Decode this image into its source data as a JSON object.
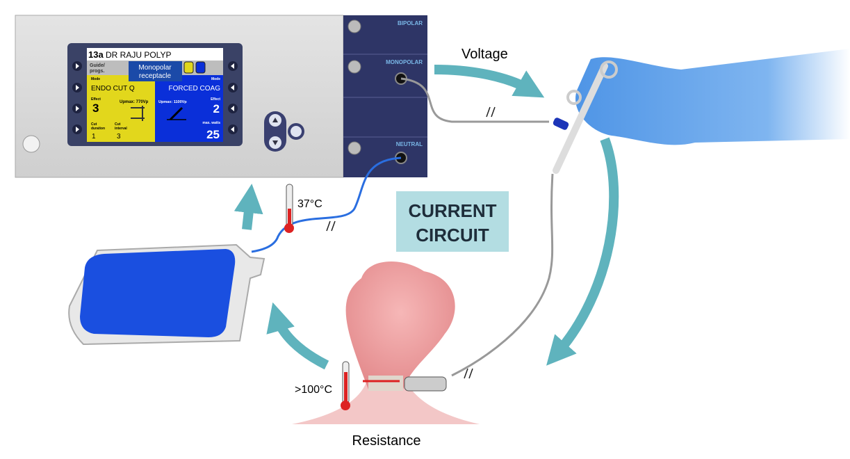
{
  "device": {
    "program": "13a",
    "program_name": "DR RAJU POLYP",
    "guide_label_1": "Guide/",
    "guide_label_2": "progs.",
    "tooltip_1": "Monopolar",
    "tooltip_2": "receptacle",
    "cut": {
      "mode_label": "Mode",
      "mode": "ENDO CUT Q",
      "effect_label": "Effect",
      "effect": "3",
      "upmax": "Upmax: 770Vp",
      "duration_label_1": "Cut",
      "duration_label_2": "duration",
      "duration": "1",
      "interval_label_1": "Cut",
      "interval_label_2": "interval",
      "interval": "3"
    },
    "coag": {
      "mode_label": "Mode",
      "mode": "FORCED COAG",
      "effect_label": "Effect",
      "effect": "2",
      "upmax": "Upmax: 1100Vp",
      "watts_label": "max. watts",
      "watts": "25"
    },
    "ports": {
      "bipolar": "BIPOLAR",
      "monopolar": "MONOPOLAR",
      "neutral": "NEUTRAL"
    }
  },
  "labels": {
    "voltage": "Voltage",
    "circuit_1": "CURRENT",
    "circuit_2": "CIRCUIT",
    "pad_temp": "37°C",
    "tissue_temp": ">100°C",
    "resistance": "Resistance"
  },
  "colors": {
    "arrow": "#5fb3bd",
    "circuit_box": "#b3dde2",
    "cut_panel": "#e2d71c",
    "coag_panel": "#0a2fd9",
    "device_panel": "#2e3566"
  }
}
